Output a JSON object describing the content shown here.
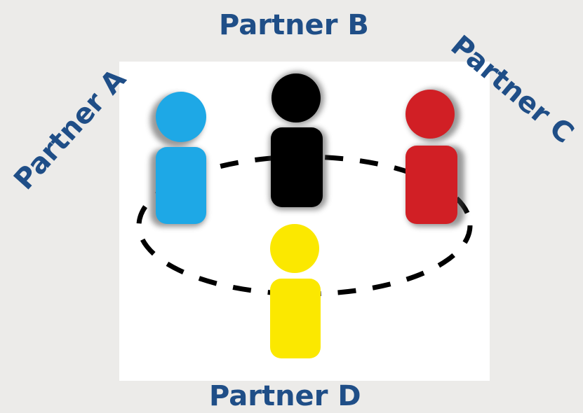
{
  "labels": {
    "partner_a": "Partner A",
    "partner_b": "Partner B",
    "partner_c": "Partner C",
    "partner_d": "Partner D"
  },
  "colors": {
    "label_text": "#1f4e87",
    "background": "#ecebe9",
    "panel": "#ffffff",
    "ring": "#000000",
    "partner_a": "#1ea8e6",
    "partner_b": "#000000",
    "partner_c": "#d11f25",
    "partner_d": "#fbe800"
  },
  "figures": [
    {
      "id": "partner-a",
      "color_key": "partner_a"
    },
    {
      "id": "partner-b",
      "color_key": "partner_b"
    },
    {
      "id": "partner-c",
      "color_key": "partner_c"
    },
    {
      "id": "partner-d",
      "color_key": "partner_d"
    }
  ]
}
